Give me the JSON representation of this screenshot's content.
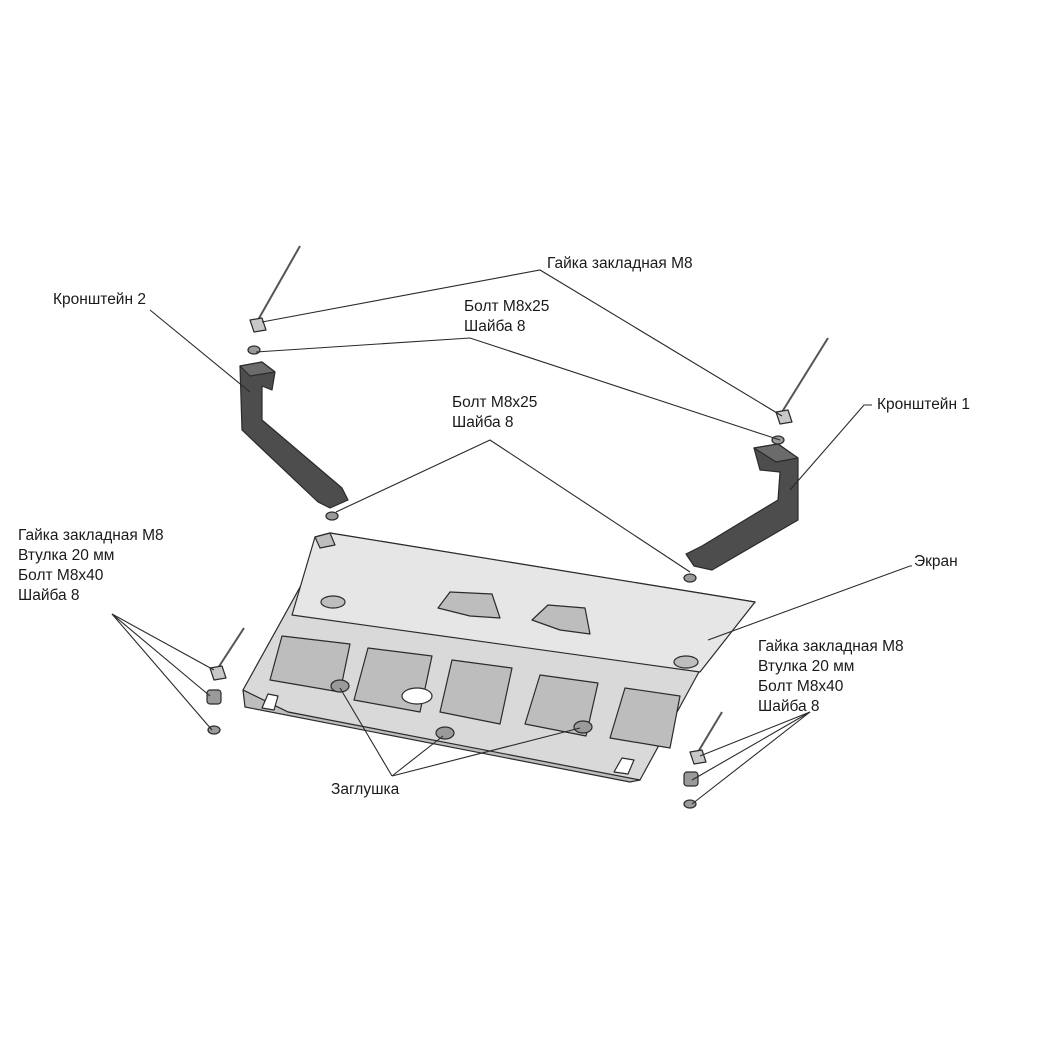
{
  "labels": {
    "nut_top": "Гайка закладная М8",
    "bracket2": "Кронштейн 2",
    "bolt_top_1": "Болт М8х25",
    "washer_top_1": "Шайба 8",
    "bolt_top_2": "Болт М8х25",
    "washer_top_2": "Шайба 8",
    "bracket1": "Кронштейн 1",
    "screen": "Экран",
    "left_group": [
      "Гайка закладная М8",
      "Втулка 20 мм",
      "Болт М8х40",
      "Шайба 8"
    ],
    "right_group": [
      "Гайка закладная М8",
      "Втулка 20 мм",
      "Болт М8х40",
      "Шайба 8"
    ],
    "plug": "Заглушка"
  }
}
